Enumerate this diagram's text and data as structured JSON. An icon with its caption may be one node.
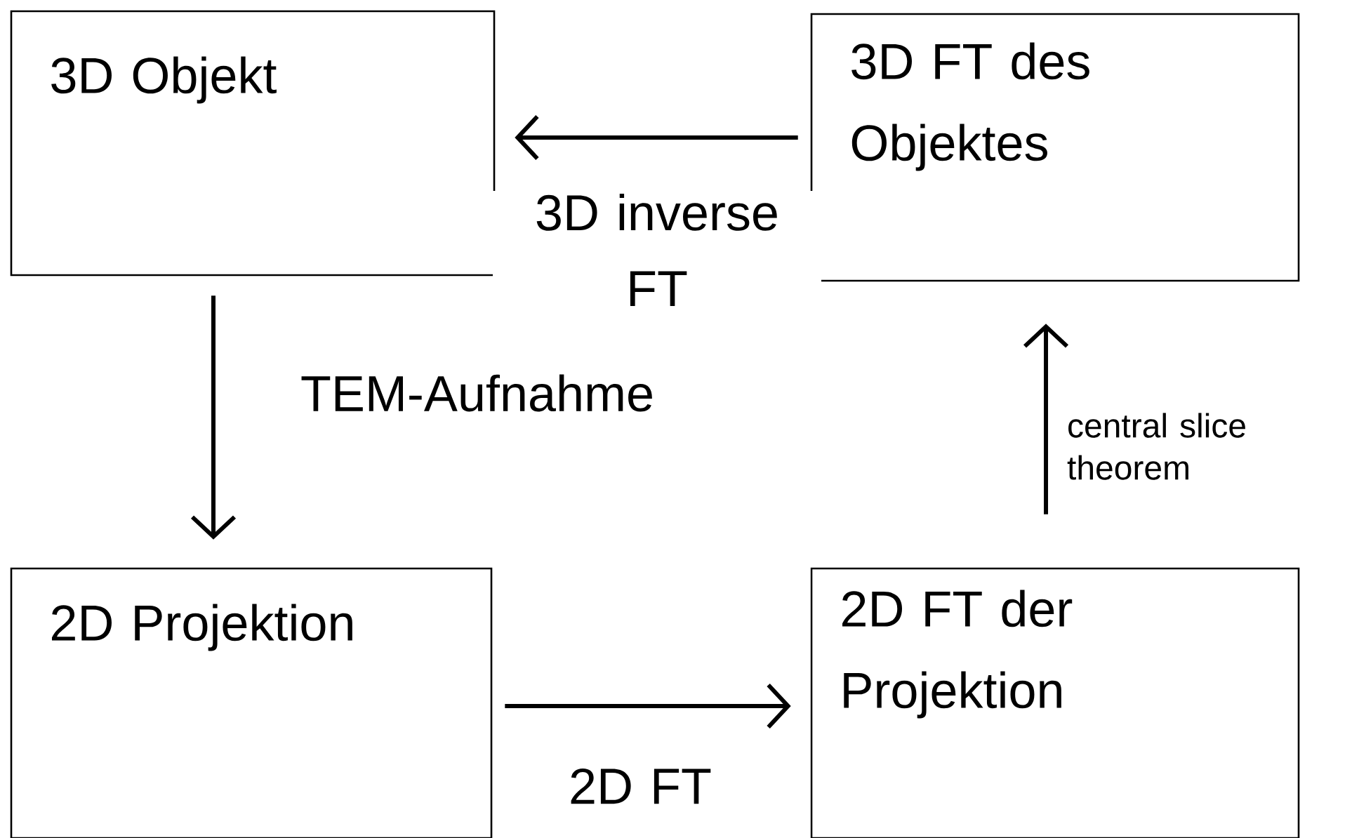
{
  "diagram": {
    "nodes": [
      {
        "text": [
          "3D Objekt"
        ]
      },
      {
        "text": [
          "3D FT des Objektes"
        ]
      },
      {
        "text": [
          "2D Projektion"
        ]
      },
      {
        "text": [
          "2D FT der Projektion"
        ]
      }
    ],
    "edges": [
      {
        "from": 1,
        "to": 0,
        "arrow": "to",
        "label": "3D inverse FT"
      },
      {
        "from": 0,
        "to": 2,
        "arrow": "to",
        "label": "TEM-Aufnahme"
      },
      {
        "from": 2,
        "to": 3,
        "arrow": "to",
        "label": "2D FT"
      },
      {
        "from": 3,
        "to": 1,
        "arrow": "to",
        "label": "central slice theorem"
      }
    ]
  }
}
